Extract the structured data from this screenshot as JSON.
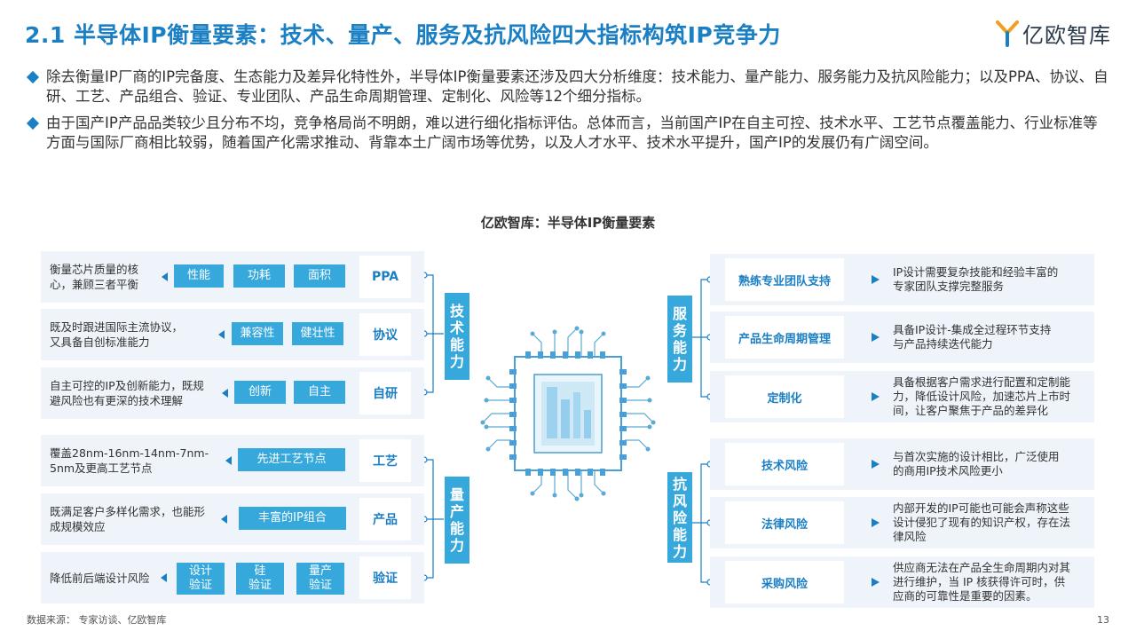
{
  "header": {
    "title": "2.1 半导体IP衡量要素：技术、量产、服务及抗风险四大指标构筑IP竞争力",
    "logo_text": "亿欧智库"
  },
  "bullets": [
    "除去衡量IP厂商的IP完备度、生态能力及差异化特性外，半导体IP衡量要素还涉及四大分析维度：技术能力、量产能力、服务能力及抗风险能力；以及PPA、协议、自研、工艺、产品组合、验证、专业团队、产品生命周期管理、定制化、风险等12个细分指标。",
    "由于国产IP产品品类较少且分布不均，竞争格局尚不明朗，难以进行细化指标评估。总体而言，当前国产IP在自主可控、技术水平、工艺节点覆盖能力、行业标准等方面与国际厂商相比较弱，随着国产化需求推动、背靠本土广阔市场等优势，以及人才水平、技术水平提升，国产IP的发展仍有广阔空间。"
  ],
  "diagram": {
    "title": "亿欧智库：半导体IP衡量要素",
    "left_rows": [
      {
        "desc": "衡量芯片质量的核\n心，兼顾三者平衡",
        "tags": [
          "性能",
          "功耗",
          "面积"
        ],
        "name": "PPA"
      },
      {
        "desc": "既及时跟进国际主流协议，\n又具备自创标准能力",
        "tags": [
          "兼容性",
          "健壮性"
        ],
        "name": "协议"
      },
      {
        "desc": "自主可控的IP及创新能力，既规\n避风险也有更深的技术理解",
        "tags": [
          "创新",
          "自主"
        ],
        "name": "自研"
      },
      {
        "desc": "覆盖28nm-16nm-14nm-7nm-\n5nm及更高工艺节点",
        "tags": [
          "先进工艺节点"
        ],
        "name": "工艺"
      },
      {
        "desc": "既满足客户多样化需求，也能形\n成规模效应",
        "tags": [
          "丰富的IP组合"
        ],
        "name": "产品"
      },
      {
        "desc": "降低前后端设计风险",
        "tags": [
          "设计\n验证",
          "硅\n验证",
          "量产\n验证"
        ],
        "name": "验证"
      }
    ],
    "left_categories": [
      "技术能力",
      "量产能力"
    ],
    "right_categories": [
      "服务能力",
      "抗风险能力"
    ],
    "right_rows": [
      {
        "name": "熟练专业团队支持",
        "desc": "IP设计需要复杂技能和经验丰富的\n专家团队支撑完整服务"
      },
      {
        "name": "产品生命周期管理",
        "desc": "具备IP设计-集成全过程环节支持\n与产品持续迭代能力"
      },
      {
        "name": "定制化",
        "desc": "具备根据客户需求进行配置和定制能\n力，降低设计风险，加速芯片上市时\n间，让客户聚焦于产品的差异化"
      },
      {
        "name": "技术风险",
        "desc": "与首次实施的设计相比，广泛使用\n的商用IP技术风险更小"
      },
      {
        "name": "法律风险",
        "desc": "内部开发的IP可能也可能会声称这些\n设计侵犯了现有的知识产权，存在法\n律风险"
      },
      {
        "name": "采购风险",
        "desc": "供应商无法在产品全生命周期内对其\n进行维护，当 IP 核获得许可时，供\n应商的可靠性是重要的因素。"
      }
    ]
  },
  "footer": {
    "source": "数据来源： 专家访谈、亿欧智库",
    "page": "13"
  },
  "colors": {
    "primary": "#1b7fc4",
    "tag": "#36a8dc",
    "panel": "#eef4fa",
    "chip_light": "#cfe8f6"
  }
}
